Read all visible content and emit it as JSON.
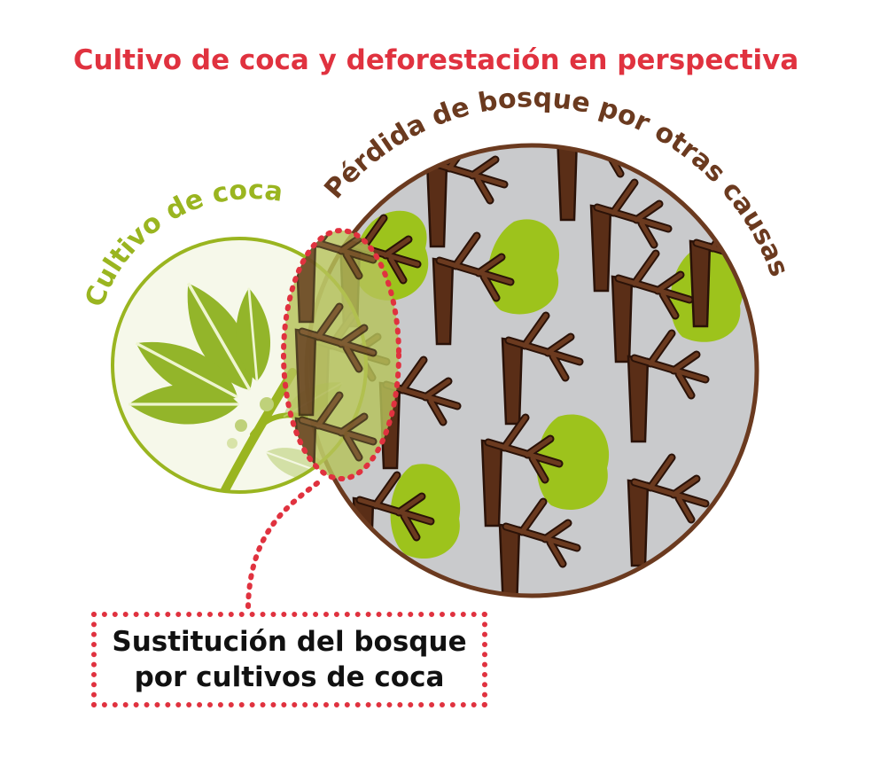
{
  "title": "Cultivo de coca y deforestación en perspectiva",
  "labels": {
    "coca": "Cultivo de coca",
    "forest_loss": "Pérdida de bosque por otras causas"
  },
  "callout": {
    "line1": "Sustitución del bosque",
    "line2": "por cultivos de coca"
  },
  "colors": {
    "title": "#e0323f",
    "coca_green": "#9ab520",
    "coca_fill": "#eef2d8",
    "brown": "#6b3a1f",
    "trunk": "#5a2e17",
    "forest_gray": "#c9cacc",
    "canopy": "#9dc31c",
    "overlap": "#b6c25a",
    "dotted_red": "#e0323f"
  }
}
